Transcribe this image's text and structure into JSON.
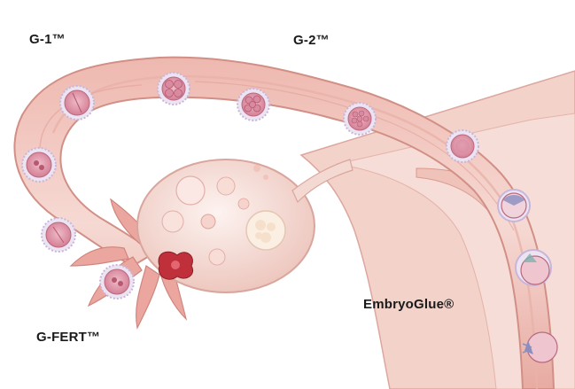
{
  "labels": {
    "g1": "G-1™",
    "g2": "G-2™",
    "gfert": "G-FERT™",
    "embryoglue": "EmbryoGlue®"
  },
  "colors": {
    "tissue_light": "#f5d3cd",
    "tissue_mid": "#eab3ab",
    "tissue_dark": "#d98f87",
    "tube_lumen": "#f7e2dd",
    "uterus_wall": "#f2cdc5",
    "ovary": "#f8e6e1",
    "embryo_fill": "#e4a0b0",
    "embryo_cell": "#c96f86",
    "zona": "#d9c9e6",
    "ovum_red": "#c0303a",
    "text": "#1a1a1a"
  },
  "icons": {
    "zygote": "zygote-icon",
    "two_cell": "two-cell-embryo-icon",
    "four_cell": "four-cell-embryo-icon",
    "morula": "morula-icon",
    "blastocyst": "blastocyst-icon",
    "hatching": "hatching-blastocyst-icon",
    "implanting": "implanting-embryo-icon",
    "oocyte": "ovulated-oocyte-icon",
    "corpus_luteum": "corpus-luteum-icon",
    "follicle": "follicle-icon"
  }
}
